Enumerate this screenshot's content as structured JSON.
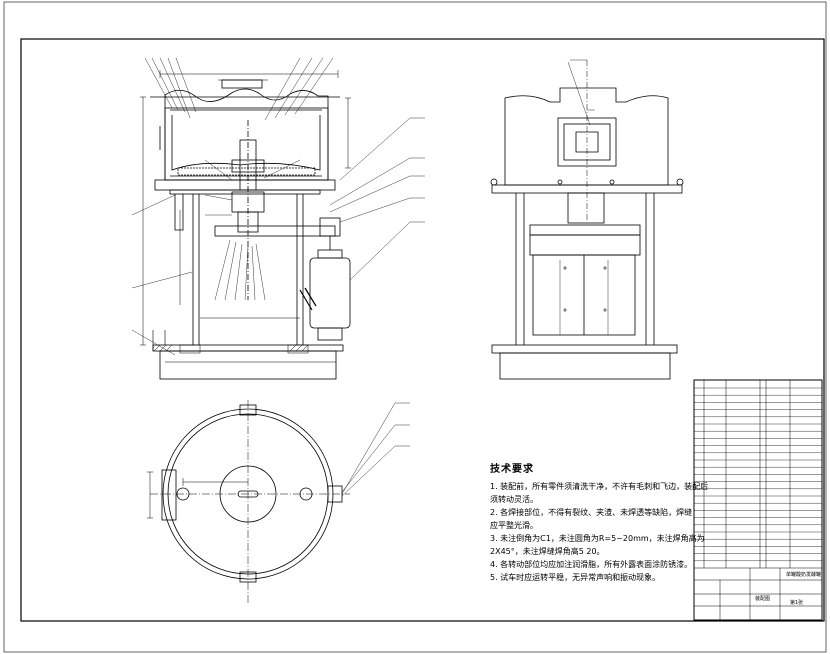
{
  "technical_notes": {
    "title": "技术要求",
    "items": [
      "1. 装配前，所有零件须清洗干净，不许有毛刺和飞边，装配后",
      "须转动灵活。",
      "2. 各焊接部位，不得有裂纹、夹渣、未焊透等缺陷，焊缝",
      "应平整光滑。",
      "3. 未注倒角为C1，未注圆角为R=5~20mm，未注焊角高为",
      "2X45°，未注焊缝焊角高5 20。",
      "4. 各转动部位均应加注润滑脂，所有外露表面涂防锈漆。",
      "5. 试车时应运转平稳，无异常声响和振动现象。"
    ]
  },
  "title_block": {
    "drawing_name": "单罐酸奶发酵罐",
    "drawing_code": "装配图",
    "sheet_label": "第1张"
  },
  "colors": {
    "line": "#000000",
    "background": "#ffffff"
  }
}
